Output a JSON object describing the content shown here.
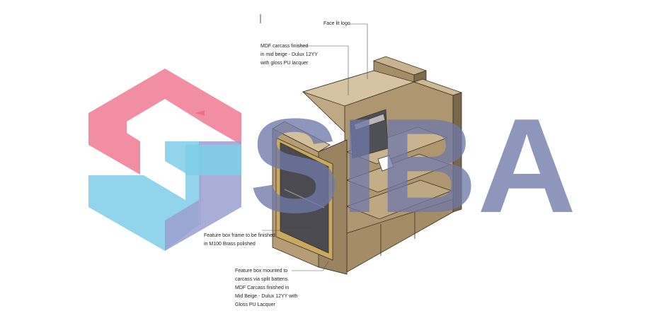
{
  "annotations": {
    "face_lit_logo": "Face lit logo",
    "mdf_carcass": [
      "MDF carcass finished",
      "in mid beige - Dulux 12YY",
      "with gloss PU lacquer"
    ],
    "feature_frame": [
      "Feature box frame to be finished",
      "in M100 Brass polished"
    ],
    "feature_mount": [
      "Feature box mounted to",
      "carcass via split battens.",
      "MDF Carcass finished in",
      "Mid Beige - Dulux 12YY with",
      "Gloss PU Lacquer"
    ]
  },
  "watermark": {
    "text": "SIBA",
    "color": "#6f78a8"
  },
  "colors": {
    "pink": "#f07a94",
    "blue": "#7ecde8",
    "purple": "#9b9fcf",
    "wood": "#b29a74",
    "wood_dark": "#8e7758",
    "glass": "#4a4a50",
    "brass": "#c9a85f"
  }
}
